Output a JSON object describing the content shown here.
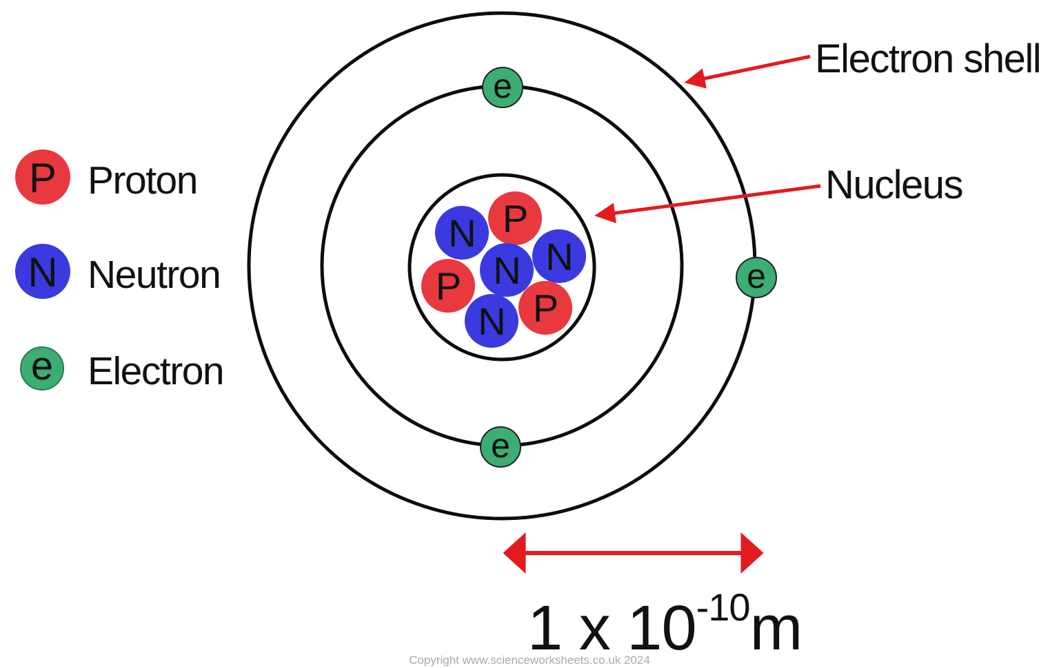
{
  "page": {
    "background_color": "#ffffff"
  },
  "legend": {
    "items": [
      {
        "symbol": "P",
        "label": "Proton",
        "color": "#e8393f"
      },
      {
        "symbol": "N",
        "label": "Neutron",
        "color": "#3a3ae0"
      },
      {
        "symbol": "e",
        "label": "Electron",
        "color": "#3cae73"
      }
    ]
  },
  "diagram": {
    "shell_label": "Electron shell",
    "nucleus_label": "Nucleus",
    "arrow_color": "#e31b1f",
    "outline_color": "#0d0d0d",
    "nucleus_particles": [
      {
        "type": "proton",
        "label": "P",
        "color": "#e8393f"
      },
      {
        "type": "neutron",
        "label": "N",
        "color": "#3a3ae0"
      },
      {
        "type": "neutron",
        "label": "N",
        "color": "#3a3ae0"
      },
      {
        "type": "proton",
        "label": "P",
        "color": "#e8393f"
      },
      {
        "type": "proton",
        "label": "P",
        "color": "#e8393f"
      },
      {
        "type": "neutron",
        "label": "N",
        "color": "#3a3ae0"
      },
      {
        "type": "neutron",
        "label": "N",
        "color": "#3a3ae0"
      }
    ],
    "electrons": [
      {
        "label": "e",
        "color": "#3cae73"
      },
      {
        "label": "e",
        "color": "#3cae73"
      },
      {
        "label": "e",
        "color": "#3cae73"
      }
    ]
  },
  "scale": {
    "base": "1 x 10",
    "exponent": "-10",
    "unit": "m",
    "color": "#e31b1f"
  },
  "footer": {
    "copyright_text": "Copyright www.scienceworksheets.co.uk 2024"
  }
}
